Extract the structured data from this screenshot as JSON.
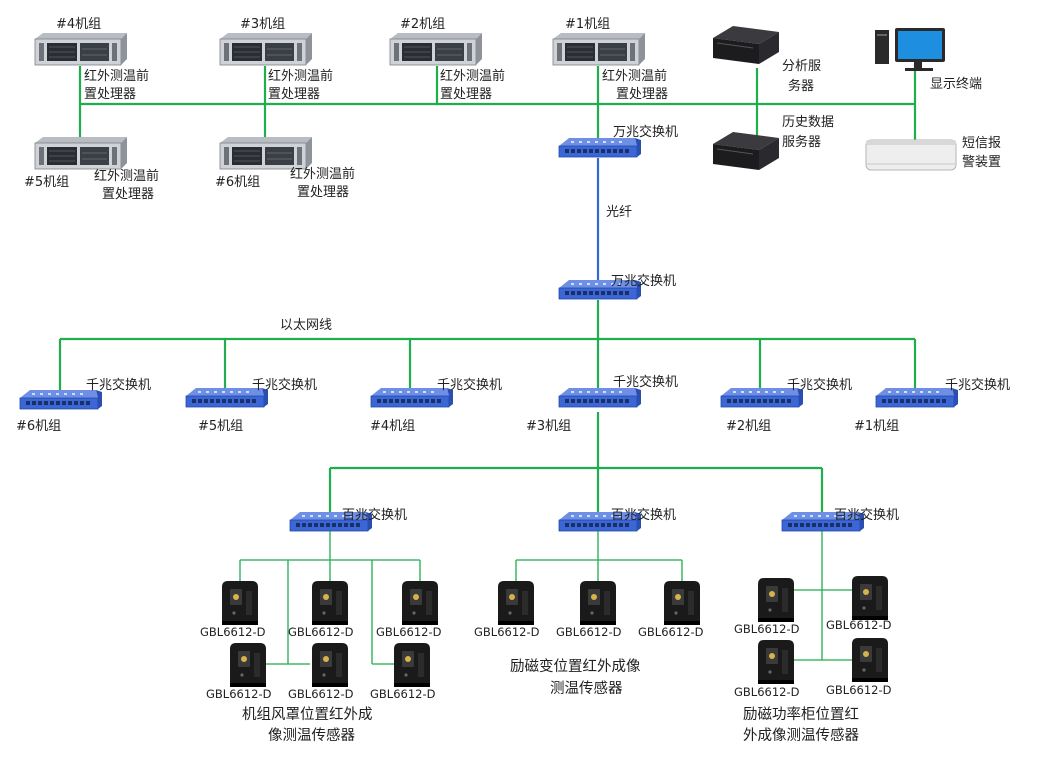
{
  "colors": {
    "ethernet": "#1fae4b",
    "fiber": "#2f6bd1",
    "switch": "#3b66d6",
    "device_dark": "#222222"
  },
  "top_units": [
    {
      "label": "#4机组",
      "processor": [
        "红外测温前",
        "置处理器"
      ]
    },
    {
      "label": "#3机组",
      "processor": [
        "红外测温前",
        "置处理器"
      ]
    },
    {
      "label": "#2机组",
      "processor": [
        "红外测温前",
        "置处理器"
      ]
    },
    {
      "label": "#1机组",
      "processor": [
        "红外测温前",
        "置处理器"
      ]
    },
    {
      "label": "#5机组",
      "processor": [
        "红外测温前",
        "置处理器"
      ]
    },
    {
      "label": "#6机组",
      "processor": [
        "红外测温前",
        "置处理器"
      ]
    }
  ],
  "servers": {
    "analysis": [
      "分析服",
      "务器"
    ],
    "history": [
      "历史数据",
      "服务器"
    ],
    "display": "显示终端",
    "sms": [
      "短信报",
      "警装置"
    ]
  },
  "core": {
    "switch_top": "万兆交换机",
    "fiber": "光纤",
    "switch_bottom": "万兆交换机",
    "ethernet": "以太网线"
  },
  "gigabit": {
    "switch_label": "千兆交换机",
    "units": [
      "#6机组",
      "#5机组",
      "#4机组",
      "#3机组",
      "#2机组",
      "#1机组"
    ]
  },
  "hundred_switch": "百兆交换机",
  "sensor_model": "GBL6612-D",
  "groups": [
    {
      "caption": [
        "机组风罩位置红外成",
        "像测温传感器"
      ]
    },
    {
      "caption": [
        "励磁变位置红外成像",
        "测温传感器"
      ]
    },
    {
      "caption": [
        "励磁功率柜位置红",
        "外成像测温传感器"
      ]
    }
  ]
}
